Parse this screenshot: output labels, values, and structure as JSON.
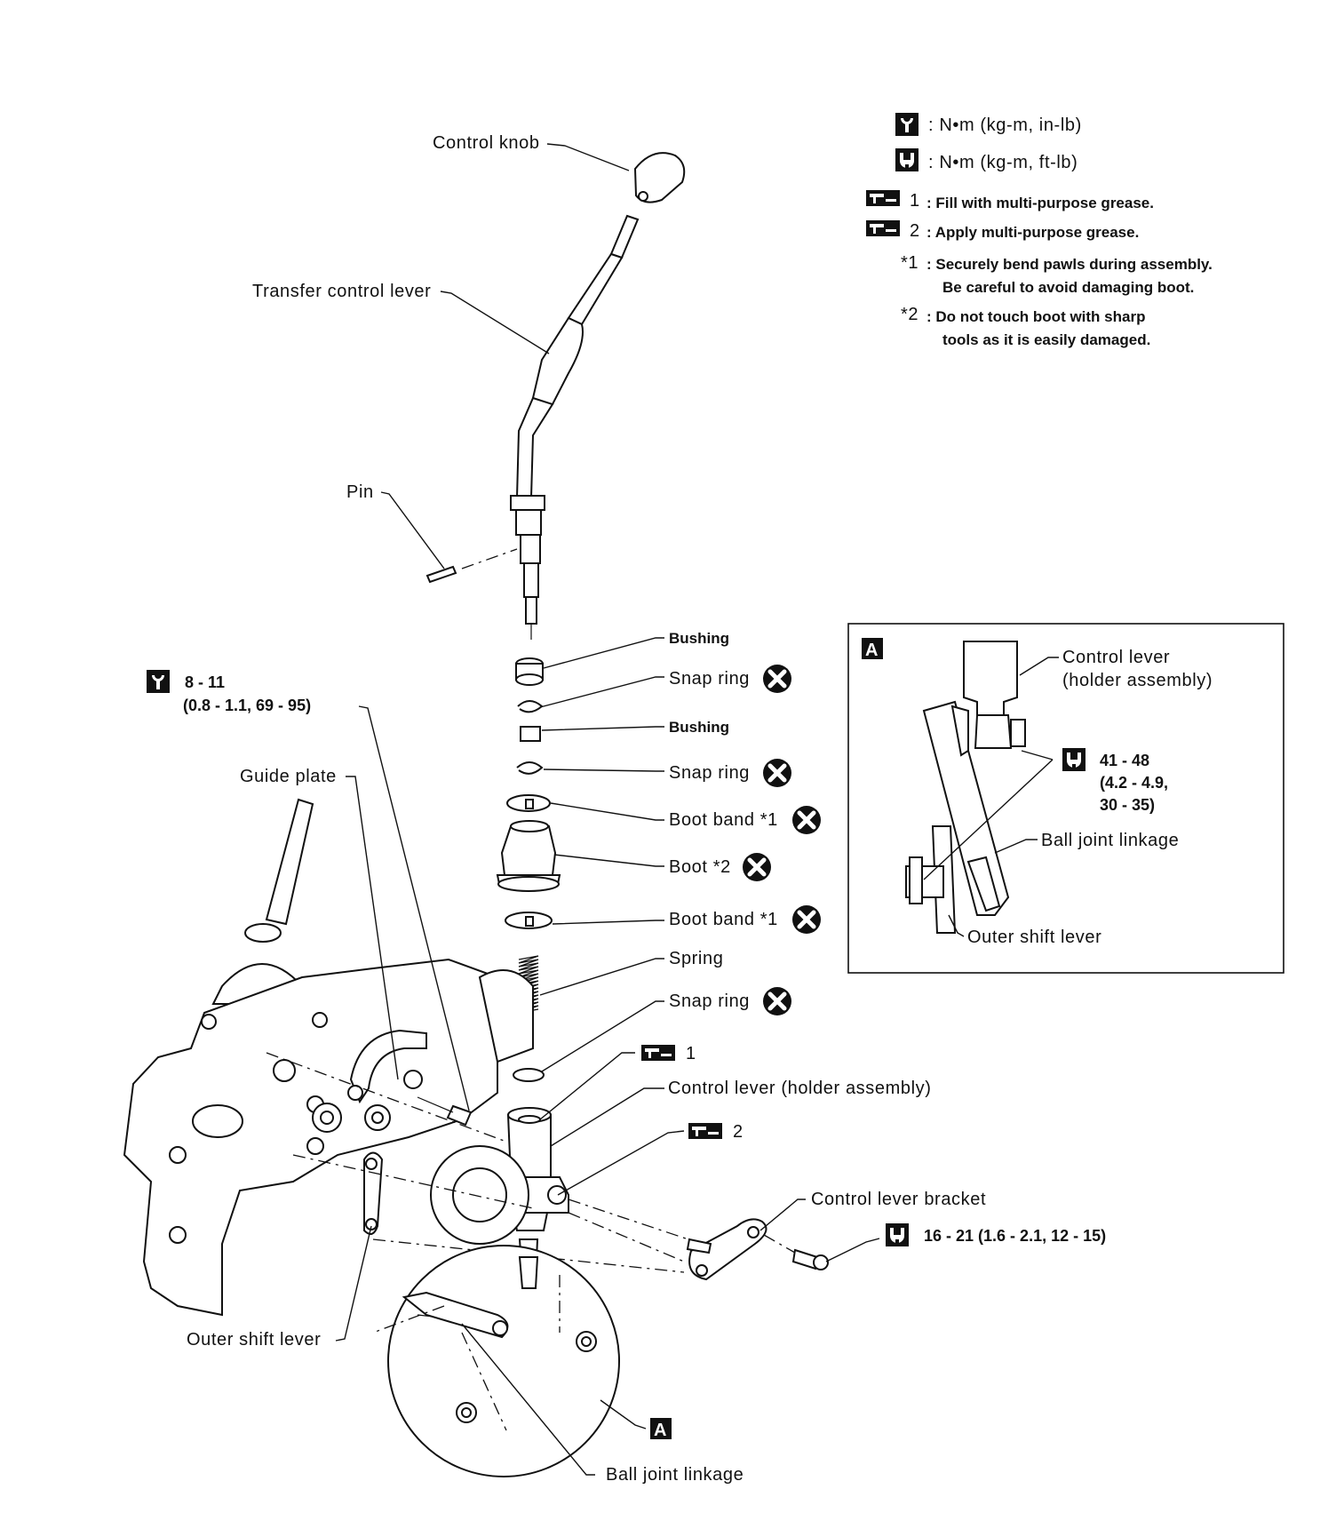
{
  "legend": {
    "torque_inlb": ": N•m (kg-m, in-lb)",
    "torque_ftlb": ": N•m (kg-m, ft-lb)",
    "grease1_num": "1",
    "grease1_text": ": Fill with multi-purpose grease.",
    "grease2_num": "2",
    "grease2_text": ": Apply multi-purpose grease.",
    "note1_mark": "*1",
    "note1_line1": ": Securely bend pawls during assembly.",
    "note1_line2": "Be careful to avoid damaging boot.",
    "note2_mark": "*2",
    "note2_line1": ": Do not touch boot with sharp",
    "note2_line2": "tools as it is easily damaged."
  },
  "labels": {
    "control_knob": "Control knob",
    "transfer_control_lever": "Transfer control lever",
    "pin": "Pin",
    "bushing_1": "Bushing",
    "snap_ring_1": "Snap ring",
    "bushing_2": "Bushing",
    "snap_ring_2": "Snap ring",
    "boot_band_1": "Boot band *1",
    "boot": "Boot *2",
    "boot_band_2": "Boot band *1",
    "spring": "Spring",
    "snap_ring_3": "Snap ring",
    "grease_1": "1",
    "control_lever_holder": "Control lever (holder assembly)",
    "grease_2": "2",
    "control_lever_bracket": "Control lever bracket",
    "bracket_torque": "16 - 21 (1.6 - 2.1, 12 - 15)",
    "guide_plate": "Guide plate",
    "guide_torque_line1": "8 - 11",
    "guide_torque_line2": "(0.8 - 1.1, 69 - 95)",
    "outer_shift_lever": "Outer shift lever",
    "ball_joint_linkage": "Ball joint linkage",
    "view_a_marker": "A"
  },
  "inset": {
    "marker": "A",
    "control_lever_line1": "Control lever",
    "control_lever_line2": "(holder assembly)",
    "torque_line1": "41 - 48",
    "torque_line2": "(4.2 - 4.9,",
    "torque_line3": "30 - 35)",
    "ball_joint_linkage": "Ball joint linkage",
    "outer_shift_lever": "Outer shift lever"
  }
}
